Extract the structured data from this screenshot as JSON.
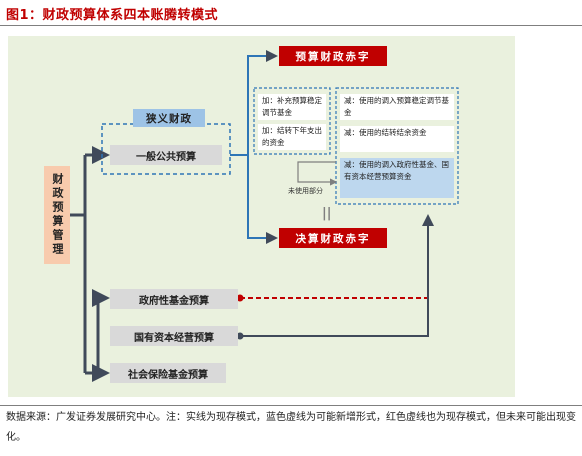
{
  "figure_title": "图1：财政预算体系四本账腾转模式",
  "left_label": "财政预算管理",
  "narrow_finance": "狭义财政",
  "general_budget": "一般公共预算",
  "gov_fund_budget": "政府性基金预算",
  "state_capital_budget": "国有资本经营预算",
  "social_security_budget": "社会保险基金预算",
  "budget_deficit": "预算财政赤字",
  "final_deficit": "决算财政赤字",
  "equals": "||",
  "unused_part": "未使用部分",
  "add_notes": [
    "加：补充预算稳定调节基金",
    "加：结转下年支出的资金"
  ],
  "sub_notes": [
    "减：使用的调入预算稳定调节基金",
    "减：使用的结转结余资金",
    "减：使用的调入政府性基金、国有资本经营预算资金"
  ],
  "source": "数据来源：广发证券发展研究中心。注：实线为现存模式，蓝色虚线为可能新增形式，红色虚线也为现存模式，但未来可能出现变化。",
  "colors": {
    "dark_line": "#404a5a",
    "blue_line": "#2e75b6",
    "red_line": "#c00000",
    "panel_bg": "#eaf1de"
  }
}
